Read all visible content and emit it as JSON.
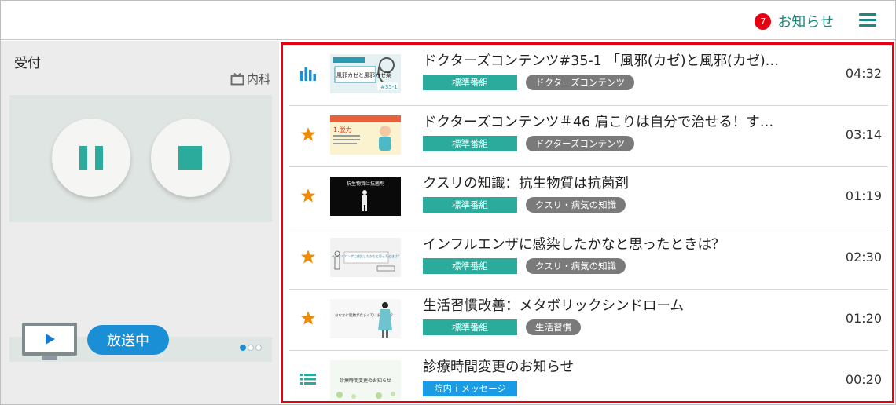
{
  "colors": {
    "accent": "#2bab9c",
    "header_text": "#1a8a7e",
    "badge_red": "#e60012",
    "onair_blue": "#1a8fd6",
    "star_orange": "#f08a00",
    "playing_blue": "#1a8fd6",
    "genre_gray": "#7a7a7a",
    "message_blue": "#1a9be6",
    "list_icon": "#2bab9c"
  },
  "header": {
    "notice_count": "7",
    "notice_label": "お知らせ",
    "menu_icon": "hamburger-menu-icon"
  },
  "left_panel": {
    "room": "受付",
    "department": "内科",
    "department_icon": "tv-icon",
    "pause_icon": "pause-icon",
    "stop_icon": "stop-icon",
    "monitor_icon": "monitor-play-icon",
    "onair_label": "放送中",
    "page_dots": 3,
    "active_dot": 0
  },
  "playlist": [
    {
      "icon": "now-playing-bars-icon",
      "title": "ドクターズコンテンツ#35-1 「風邪(カゼ)と風邪(カゼ)…",
      "category": "標準番組",
      "genre": "ドクターズコンテンツ",
      "duration": "04:32",
      "thumb_text": "風邪カゼと風邪カゼ薬"
    },
    {
      "icon": "star-icon",
      "title": "ドクターズコンテンツ＃46 肩こりは自分で治せる！す…",
      "category": "標準番組",
      "genre": "ドクターズコンテンツ",
      "duration": "03:14",
      "thumb_text": "1.脱力"
    },
    {
      "icon": "star-icon",
      "title": "クスリの知識：抗生物質は抗菌剤",
      "category": "標準番組",
      "genre": "クスリ・病気の知識",
      "duration": "01:19",
      "thumb_text": "抗生物質は抗菌剤"
    },
    {
      "icon": "star-icon",
      "title": "インフルエンザに感染したかなと思ったときは？",
      "category": "標準番組",
      "genre": "クスリ・病気の知識",
      "duration": "02:30",
      "thumb_text": "インフルエンザに感染したかなと思ったときは？"
    },
    {
      "icon": "star-icon",
      "title": "生活習慣改善：メタボリックシンドローム",
      "category": "標準番組",
      "genre": "生活習慣",
      "duration": "01:20",
      "thumb_text": "おなかに脂肪がたまっていませんか？"
    },
    {
      "icon": "message-list-icon",
      "title": "診療時間変更のお知らせ",
      "category": "院内ｉメッセージ",
      "genre": "",
      "duration": "00:20",
      "thumb_text": "診療時間変更のお知らせ"
    }
  ]
}
